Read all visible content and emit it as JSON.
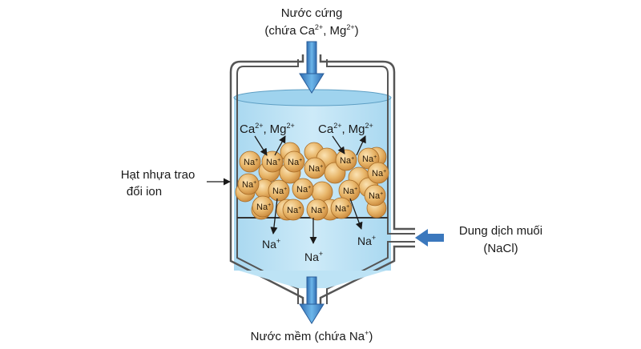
{
  "labels": {
    "input_line1": "Nước cứng",
    "input_line2_pre": "(chứa Ca",
    "input_line2_sep": ", Mg",
    "input_line2_post": ")",
    "ion_ca": "Ca",
    "ion_mg": "Mg",
    "charge_2plus": "2+",
    "charge_plus": "+",
    "comma": ",",
    "na": "Na",
    "resin_line1": "Hạt nhựa trao",
    "resin_line2": "đổi ion",
    "salt_line1": "Dung dịch muối",
    "salt_line2": "(NaCl)",
    "output_pre": "Nước mềm (chứa Na",
    "output_post": ")"
  },
  "colors": {
    "water": "#bde3f5",
    "water_surface": "#a6d8f0",
    "vessel": "#555555",
    "bead": "#e8b66a",
    "bead_dark": "#c9873a",
    "arrow_blue": "#3b78bd",
    "arrow_blue_light": "#5aa6e2"
  }
}
